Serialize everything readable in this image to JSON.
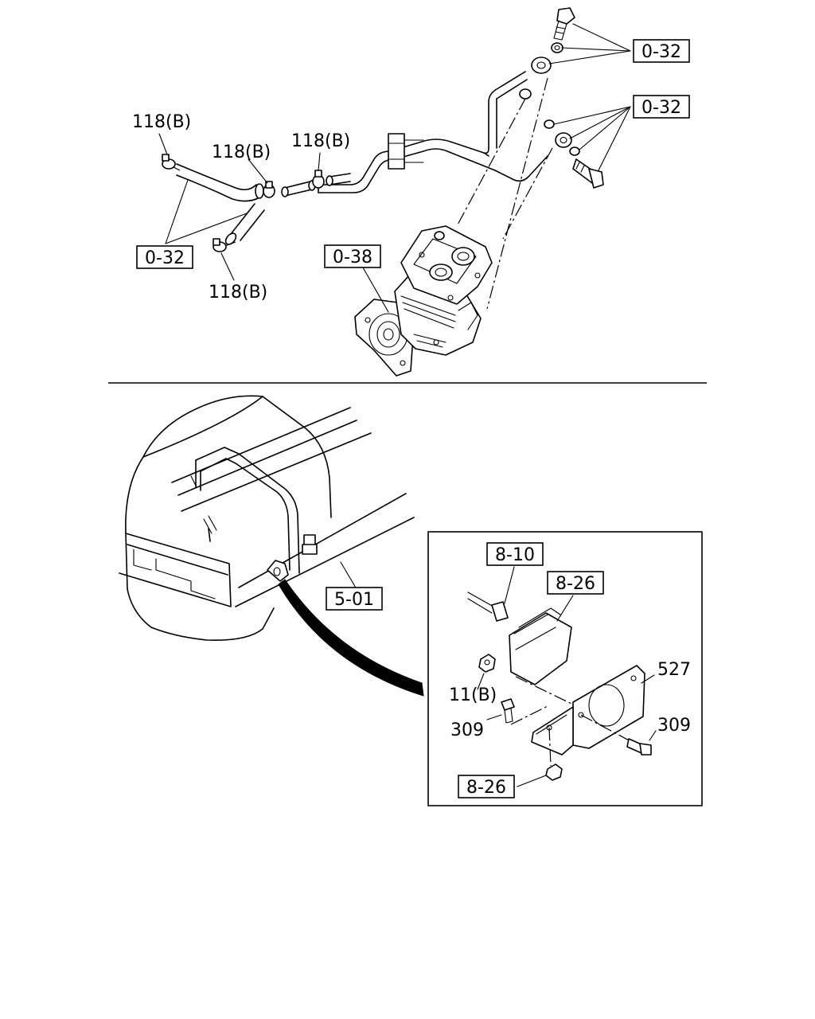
{
  "labels": {
    "l_032_a": "0-32",
    "l_032_b": "0-32",
    "l_032_c": "0-32",
    "l_038": "0-38",
    "l_118_1": "118(B)",
    "l_118_2": "118(B)",
    "l_118_3": "118(B)",
    "l_118_4": "118(B)",
    "l_501": "5-01",
    "l_810": "8-10",
    "l_826_a": "8-26",
    "l_826_b": "8-26",
    "l_527": "527",
    "l_11b": "11(B)",
    "l_309_a": "309",
    "l_309_b": "309"
  }
}
